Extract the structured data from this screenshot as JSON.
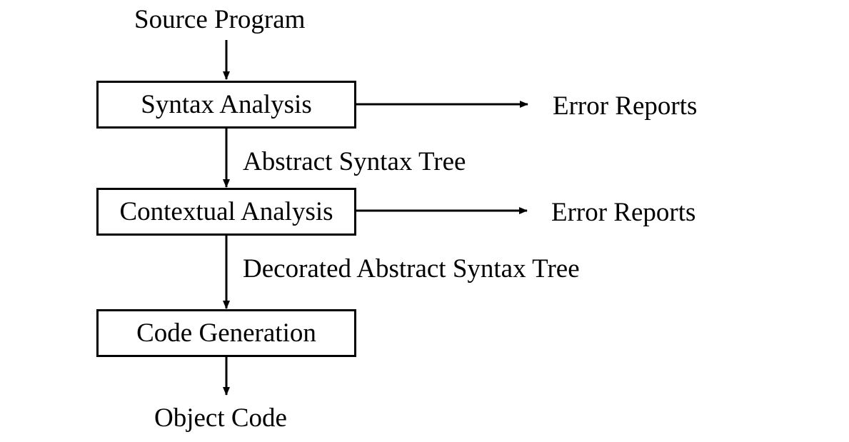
{
  "diagram": {
    "input_label": "Source Program",
    "stages": [
      {
        "label": "Syntax Analysis"
      },
      {
        "label": "Contextual Analysis"
      },
      {
        "label": "Code Generation"
      }
    ],
    "intermediate_labels": [
      "Abstract Syntax Tree",
      "Decorated Abstract Syntax Tree"
    ],
    "error_outputs": [
      "Error Reports",
      "Error Reports"
    ],
    "output_label": "Object Code"
  },
  "colors": {
    "stroke": "#000000",
    "background": "#ffffff",
    "text": "#000000"
  }
}
